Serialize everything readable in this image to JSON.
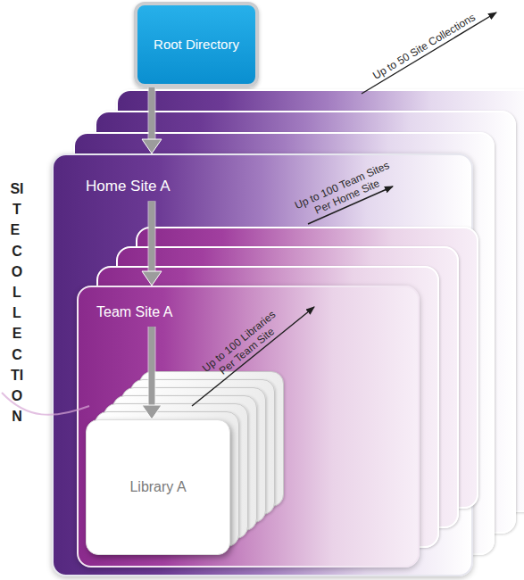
{
  "diagram": {
    "nodes": [
      {
        "text": [
          "Root Directory"
        ]
      },
      {
        "text": [
          "Home Site A"
        ]
      },
      {
        "text": [
          "Team Site A"
        ],
        "in": 1
      },
      {
        "text": [
          "Library A"
        ],
        "in": 2
      }
    ],
    "edges": [
      {
        "from": 0,
        "to": 1,
        "arrow": "to"
      },
      {
        "from": 1,
        "to": 2,
        "arrow": "to"
      },
      {
        "from": 2,
        "to": 3,
        "arrow": "to"
      }
    ],
    "labels": [
      "Up to 50 Site Collections",
      "Up to 100 Team Sites Per Home Site",
      "Up to 100 Libraries Per Team Site",
      "SITE COLLECTION"
    ]
  }
}
